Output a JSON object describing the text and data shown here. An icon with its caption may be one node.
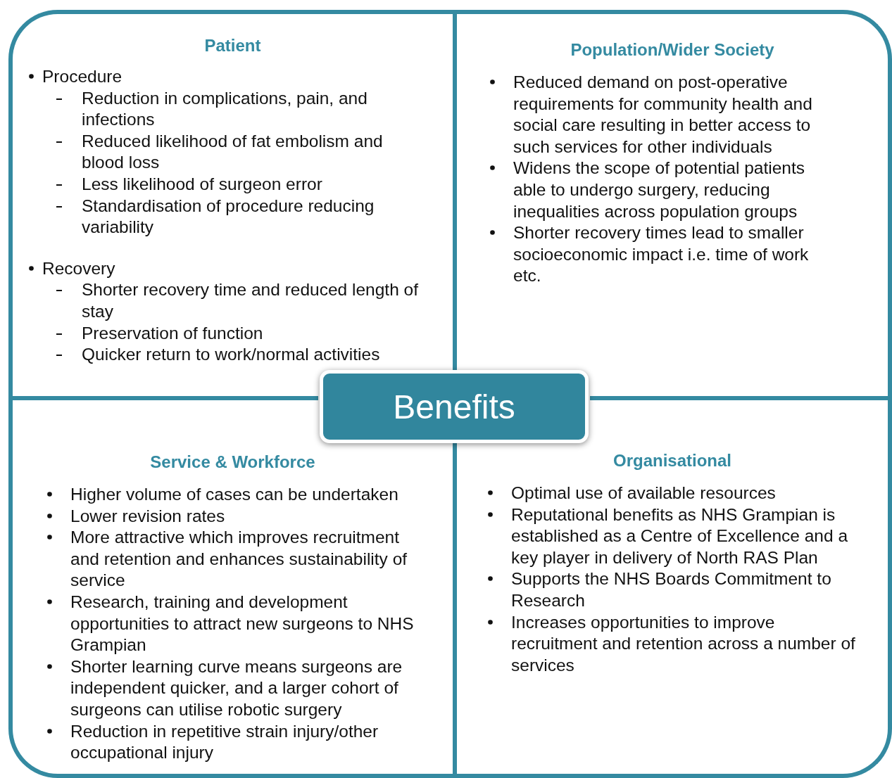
{
  "diagram": {
    "nodes": [
      {
        "text": [
          "Patient",
          "Procedure",
          "Reduction in complications, pain, and infections",
          "Reduced likelihood of fat embolism and blood loss",
          "Less likelihood of surgeon error",
          "Standardisation of procedure reducing variability",
          "Recovery",
          "Shorter recovery time and reduced length of stay",
          "Preservation of function",
          "Quicker return to work/normal activities"
        ]
      },
      {
        "text": [
          "Population/Wider Society",
          "Reduced demand on post-operative requirements for community health and social care resulting in better access to such services for other individuals",
          "Widens the scope of potential patients able to undergo surgery, reducing inequalities across population groups",
          "Shorter recovery times lead to smaller socioeconomic impact i.e. time of work etc."
        ]
      },
      {
        "text": [
          "Benefits"
        ]
      },
      {
        "text": [
          "Service & Workforce",
          "Higher volume of cases can be undertaken",
          "Lower revision rates",
          "More attractive which improves recruitment and retention and enhances sustainability of service",
          "Research, training and development opportunities to attract new surgeons to NHS Grampian",
          "Shorter learning curve means surgeons are independent quicker, and a larger cohort of surgeons can utilise robotic surgery",
          "Reduction in repetitive strain injury/other occupational injury"
        ]
      },
      {
        "text": [
          "Organisational",
          "Optimal use of available resources",
          "Reputational benefits as NHS Grampian is established as a Centre of Excellence and a key player in delivery of North RAS Plan",
          "Supports the NHS Boards Commitment to Research",
          "Increases opportunities to improve recruitment and retention across a number of services"
        ]
      }
    ]
  }
}
